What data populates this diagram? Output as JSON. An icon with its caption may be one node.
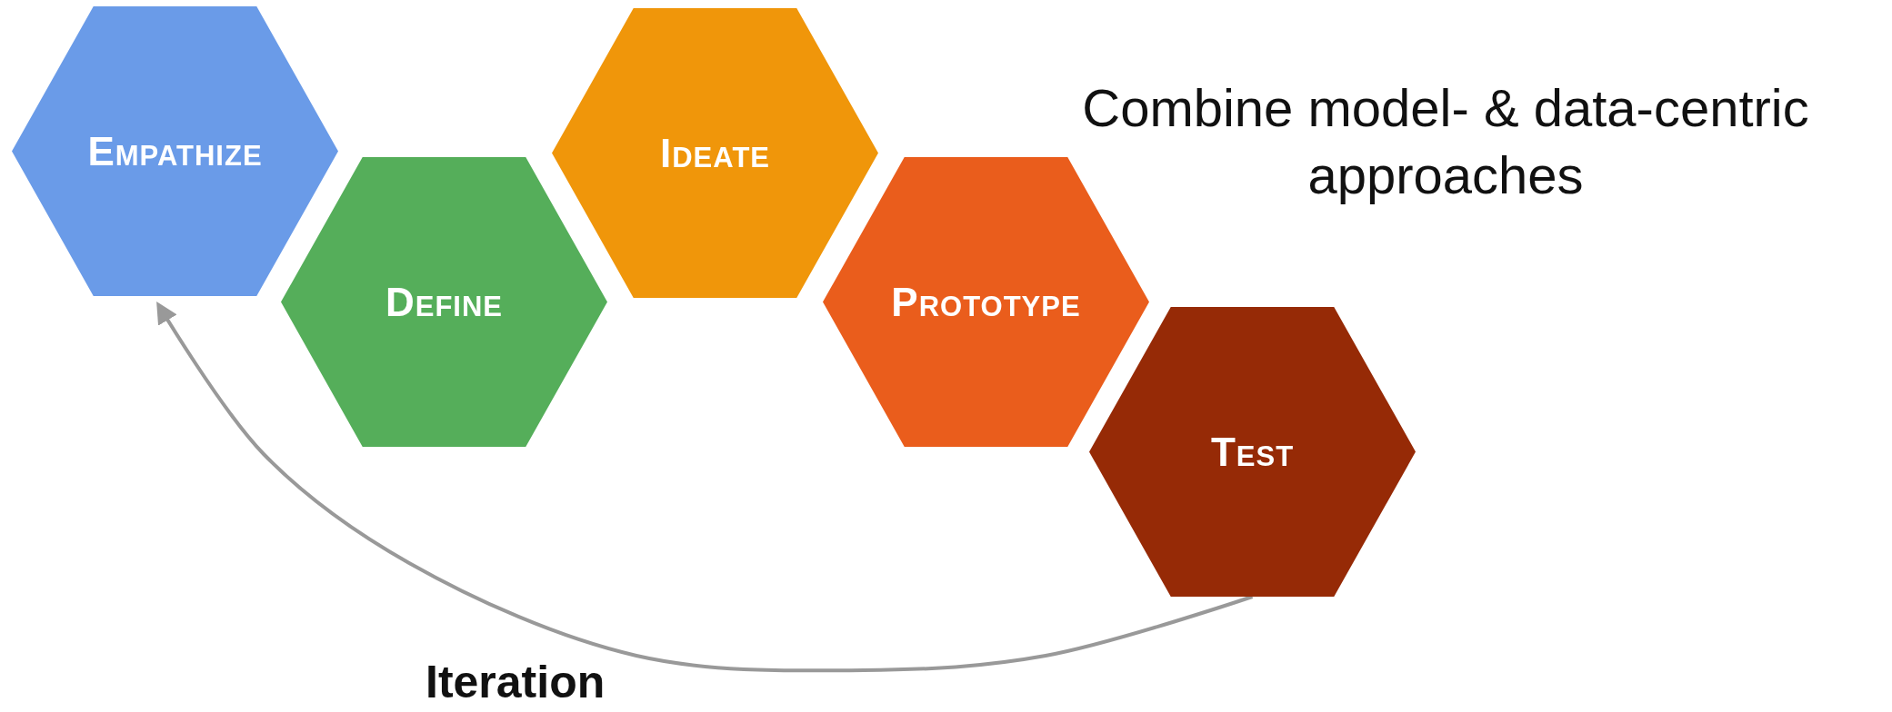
{
  "diagram": {
    "title": "Combine model- & data-centric approaches",
    "nodes": [
      {
        "text": [
          "Empathize"
        ]
      },
      {
        "text": [
          "Define"
        ]
      },
      {
        "text": [
          "Ideate"
        ]
      },
      {
        "text": [
          "Prototype"
        ]
      },
      {
        "text": [
          "Test"
        ]
      }
    ],
    "edges": [
      {
        "from": 4,
        "to": 0,
        "arrow": "to",
        "label": "Iteration"
      }
    ]
  }
}
